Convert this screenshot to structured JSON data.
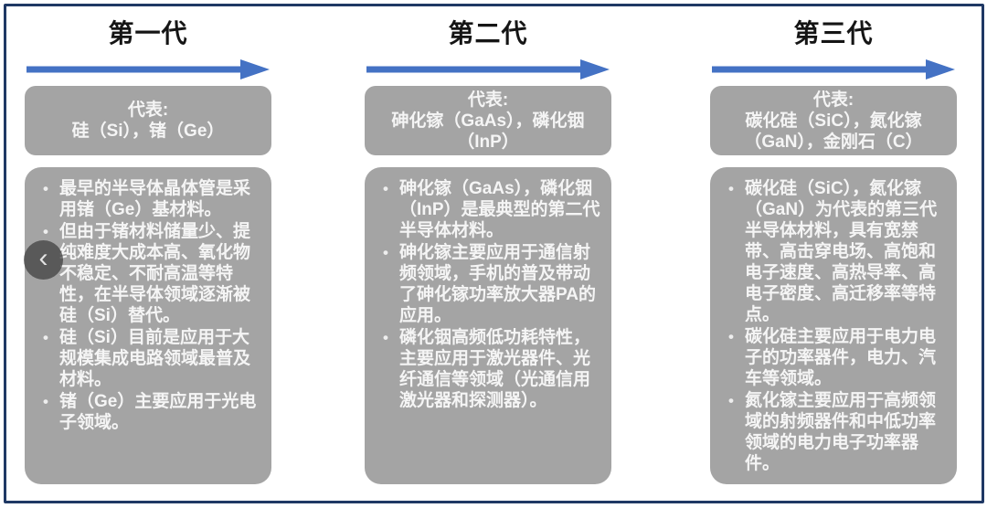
{
  "colors": {
    "arrow_blue": "#4472C4",
    "box_gray": "#A4A4A4",
    "frame_navy": "#1F3864",
    "box_text_white": "#F5F5F5",
    "title_black": "#151515"
  },
  "nav": {
    "prev_icon": "‹"
  },
  "generations": [
    {
      "title": "第一代",
      "rep_label": "代表:",
      "rep_materials": "硅（Si），锗（Ge）",
      "bullets": [
        "最早的半导体晶体管是采用锗（Ge）基材料。",
        "但由于锗材料储量少、提纯难度大成本高、氧化物不稳定、不耐高温等特性，在半导体领域逐渐被硅（Si）替代。",
        "硅（Si）目前是应用于大规模集成电路领域最普及材料。",
        "锗（Ge）主要应用于光电子领域。"
      ]
    },
    {
      "title": "第二代",
      "rep_label": "代表:",
      "rep_materials": "砷化镓（GaAs），磷化铟（InP）",
      "bullets": [
        "砷化镓（GaAs），磷化铟（InP）是最典型的第二代半导体材料。",
        "砷化镓主要应用于通信射频领域，手机的普及带动了砷化镓功率放大器PA的应用。",
        "磷化铟高频低功耗特性，主要应用于激光器件、光纤通信等领域（光通信用激光器和探测器）。"
      ]
    },
    {
      "title": "第三代",
      "rep_label": "代表:",
      "rep_materials": "碳化硅（SiC），氮化镓（GaN），金刚石（C）",
      "bullets": [
        "碳化硅（SiC），氮化镓（GaN）为代表的第三代半导体材料，具有宽禁带、高击穿电场、高饱和电子速度、高热导率、高电子密度、高迁移率等特点。",
        "碳化硅主要应用于电力电子的功率器件，电力、汽车等领域。",
        "氮化镓主要应用于高频领域的射频器件和中低功率领域的电力电子功率器件。"
      ]
    }
  ]
}
